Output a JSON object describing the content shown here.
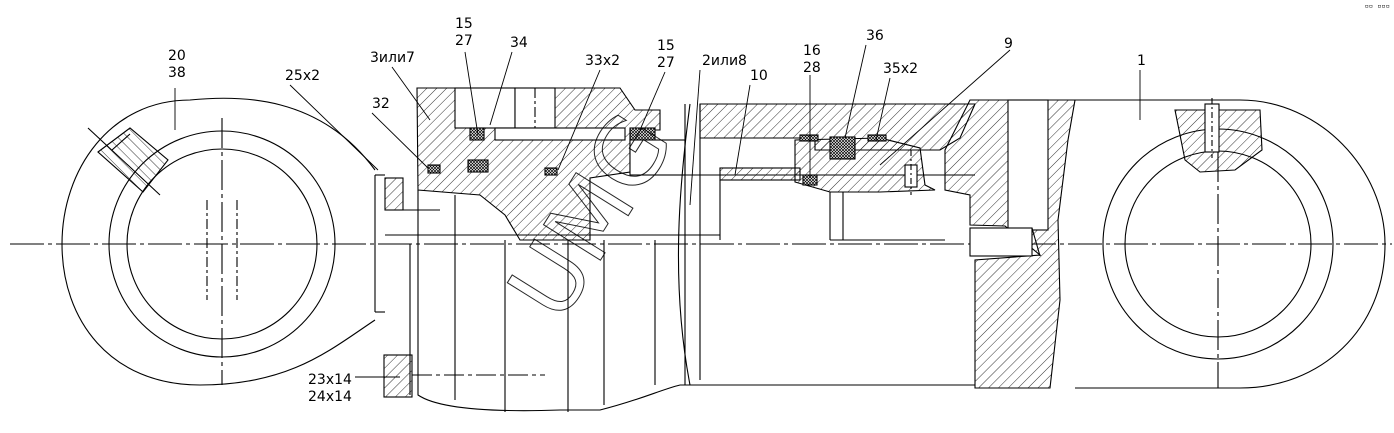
{
  "watermark": "UMG",
  "corner_mark": "▫▫ ▫▫▫",
  "callouts": [
    {
      "id": "c-20-38",
      "lines": [
        "20",
        "38"
      ]
    },
    {
      "id": "c-25x2",
      "lines": [
        "25x2"
      ]
    },
    {
      "id": "c-3ili7",
      "lines": [
        "3или7"
      ]
    },
    {
      "id": "c-15-27-a",
      "lines": [
        "15",
        "27"
      ]
    },
    {
      "id": "c-34",
      "lines": [
        "34"
      ]
    },
    {
      "id": "c-32",
      "lines": [
        "32"
      ]
    },
    {
      "id": "c-33x2",
      "lines": [
        "33x2"
      ]
    },
    {
      "id": "c-15-27-b",
      "lines": [
        "15",
        "27"
      ]
    },
    {
      "id": "c-2ili8",
      "lines": [
        "2или8"
      ]
    },
    {
      "id": "c-10",
      "lines": [
        "10"
      ]
    },
    {
      "id": "c-16-28",
      "lines": [
        "16",
        "28"
      ]
    },
    {
      "id": "c-36",
      "lines": [
        "36"
      ]
    },
    {
      "id": "c-35x2",
      "lines": [
        "35x2"
      ]
    },
    {
      "id": "c-9",
      "lines": [
        "9"
      ]
    },
    {
      "id": "c-1",
      "lines": [
        "1"
      ]
    },
    {
      "id": "c-23-24",
      "lines": [
        "23x14",
        "24x14"
      ]
    }
  ]
}
